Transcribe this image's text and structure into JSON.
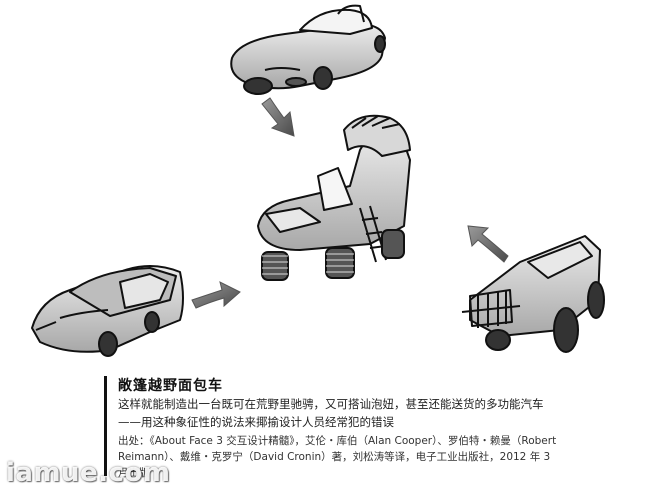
{
  "caption": {
    "title": "敞篷越野面包车",
    "description": "这样就能制造出一台既可在荒野里驰骋，又可搭讪泡妞，甚至还能送货的多功能汽车——用这种象征性的说法来揶揄设计人员经常犯的错误",
    "source": "出处：《About Face 3 交互设计精髓》，艾伦・库伯（Alan Cooper）、罗伯特・赖曼（Robert Reimann）、戴维・克罗宁（David Cronin）著，刘松涛等译，电子工业出版社，2012 年 3 月出版"
  },
  "watermark": "iamue.com",
  "colors": {
    "arrow": "#6e6e6e",
    "car_body": "#d0d0d0",
    "car_dark": "#555555",
    "outline": "#111111"
  }
}
